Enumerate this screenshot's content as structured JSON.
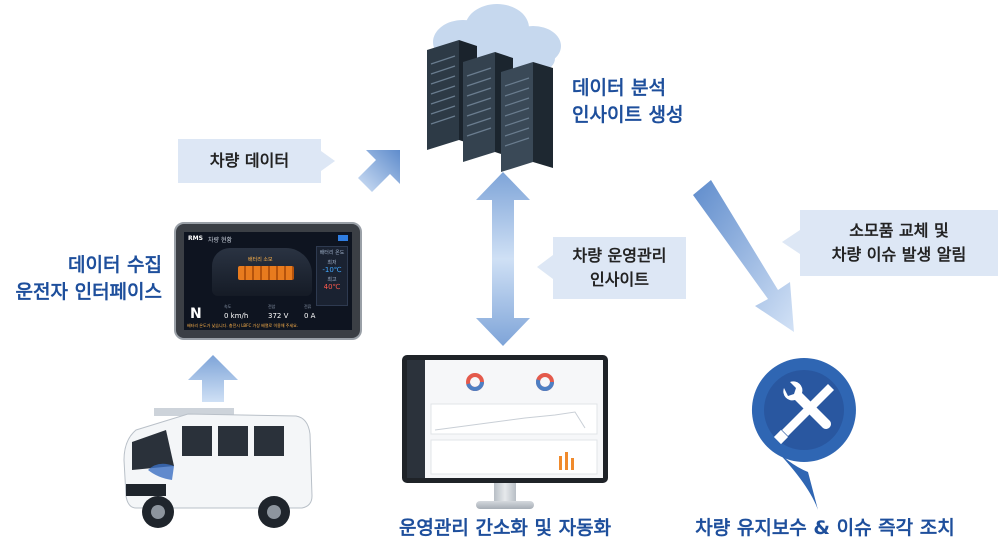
{
  "nodes": {
    "cloud_server": {
      "line1": "데이터 분석",
      "line2": "인사이트 생성"
    },
    "tablet": {
      "line1": "데이터 수집",
      "line2": "운전자 인터페이스"
    },
    "monitor": {
      "label": "운영관리 간소화 및 자동화"
    },
    "maintenance": {
      "label": "차량 유지보수 & 이슈 즉각 조치"
    }
  },
  "callouts": {
    "vehicle_data": "차량 데이터",
    "ops_insight": {
      "line1": "차량 운영관리",
      "line2": "인사이트"
    },
    "alerts": {
      "line1": "소모품 교체 및",
      "line2": "차량 이슈 발생 알림"
    }
  },
  "tablet_screen": {
    "brand": "RMS",
    "title": "차량 현황",
    "gear": "N",
    "speed_label": "속도",
    "speed": "0 km/h",
    "voltage_label": "전압",
    "voltage": "372 V",
    "current_label": "전류",
    "current": "0 A",
    "battery_tag": "배터리 소모",
    "side_title": "배터리 온도",
    "side_t1": "최저",
    "side_v1": "-10℃",
    "side_t2": "최고",
    "side_v2": "40℃",
    "warning": "배터리 온도가 낮습니다. 충전시 LBFC 가상 배열로 이용해 주세요."
  },
  "colors": {
    "accent_blue": "#1e4f9c",
    "callout_bg": "#dde7f5",
    "arrow_light": "#cfe0f5",
    "arrow_mid": "#7ea4d8",
    "pin_blue": "#2f66b3"
  }
}
